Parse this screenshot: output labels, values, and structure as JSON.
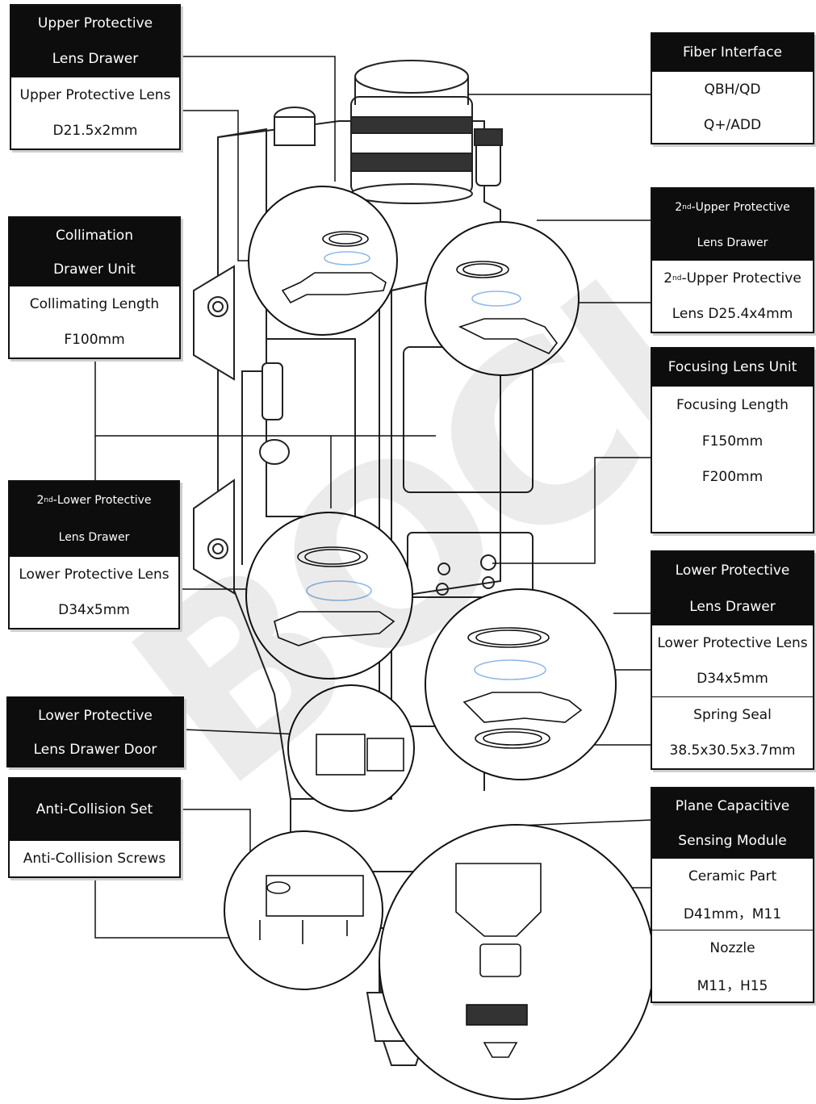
{
  "callouts": {
    "upper_drawer": {
      "header": [
        "Upper Protective",
        "Lens Drawer"
      ],
      "lines": [
        "Upper Protective Lens",
        "D21.5x2mm"
      ]
    },
    "fiber": {
      "header": [
        "Fiber Interface"
      ],
      "lines": [
        "QBH/QD",
        "Q+/ADD"
      ]
    },
    "collimation": {
      "header": [
        "Collimation",
        "Drawer Unit"
      ],
      "lines": [
        "Collimating Length",
        "F100mm"
      ]
    },
    "second_upper": {
      "header_sup": "nd",
      "header_prefix": "2",
      "header_rest": "-Upper Protective",
      "header2": "Lens Drawer",
      "line1_prefix": "2",
      "line1_sup": "nd",
      "line1_rest": "-Upper Protective",
      "line2": "Lens D25.4x4mm"
    },
    "focusing": {
      "header": [
        "Focusing Lens Unit"
      ],
      "lines": [
        "Focusing Length",
        "F150mm",
        "F200mm"
      ]
    },
    "second_lower": {
      "header_prefix": "2",
      "header_sup": "nd",
      "header_rest": "-Lower Protective",
      "header2": "Lens Drawer",
      "lines": [
        "Lower Protective Lens",
        "D34x5mm"
      ]
    },
    "lower_drawer": {
      "header": [
        "Lower Protective",
        "Lens Drawer"
      ],
      "lines": [
        "Lower Protective Lens",
        "D34x5mm"
      ],
      "spring": [
        "Spring Seal",
        "38.5x30.5x3.7mm"
      ]
    },
    "lower_door": {
      "header": [
        "Lower Protective",
        "Lens Drawer Door"
      ]
    },
    "anti_collision": {
      "header": [
        "Anti-Collision Set"
      ],
      "lines": [
        "Anti-Collision Screws"
      ]
    },
    "capacitive": {
      "header": [
        "Plane Capacitive",
        "Sensing Module"
      ],
      "lines": [
        "Ceramic Part",
        "D41mm，M11"
      ],
      "nozzle": [
        "Nozzle",
        "M11，H15"
      ]
    }
  },
  "watermark": "BOCI",
  "colors": {
    "ink": "#111111",
    "header_bg": "#0d0d0d",
    "header_text": "#ffffff",
    "watermark": "#e6e6e6"
  }
}
